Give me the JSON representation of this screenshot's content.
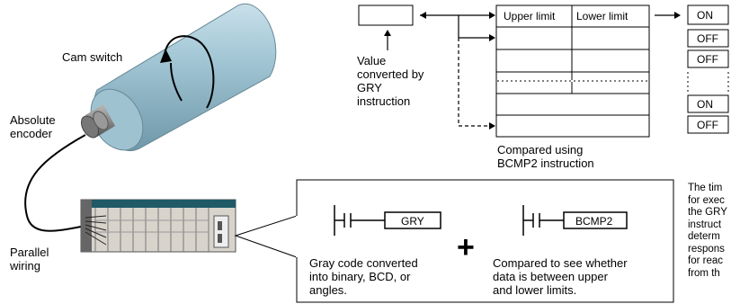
{
  "labels": {
    "cam_switch": "Cam switch",
    "absolute_encoder": "Absolute\nencoder",
    "parallel_wiring": "Parallel\nwiring",
    "value_converted": "Value\nconverted by\nGRY\ninstruction",
    "compared_using": "Compared using\nBCMP2 instruction",
    "gry_caption": "Gray code converted\ninto binary, BCD, or\nangles.",
    "bcmp_caption": "Compared to see whether\ndata is between upper\nand lower limits.",
    "timing_note": "The tim\nfor exec\nthe GRY\ninstruct\ndeterm\nrespons\nfor reac\nfrom th",
    "plus": "+"
  },
  "table": {
    "upper_limit_header": "Upper limit",
    "lower_limit_header": "Lower limit"
  },
  "outputs": [
    "ON",
    "OFF",
    "OFF",
    "ON",
    "OFF"
  ],
  "instructions": {
    "gry": "GRY",
    "bcmp2": "BCMP2"
  },
  "colors": {
    "cylinder": "#8fb8c8",
    "plc_body": "#d8d4cc",
    "plc_top": "#1f5a66"
  }
}
